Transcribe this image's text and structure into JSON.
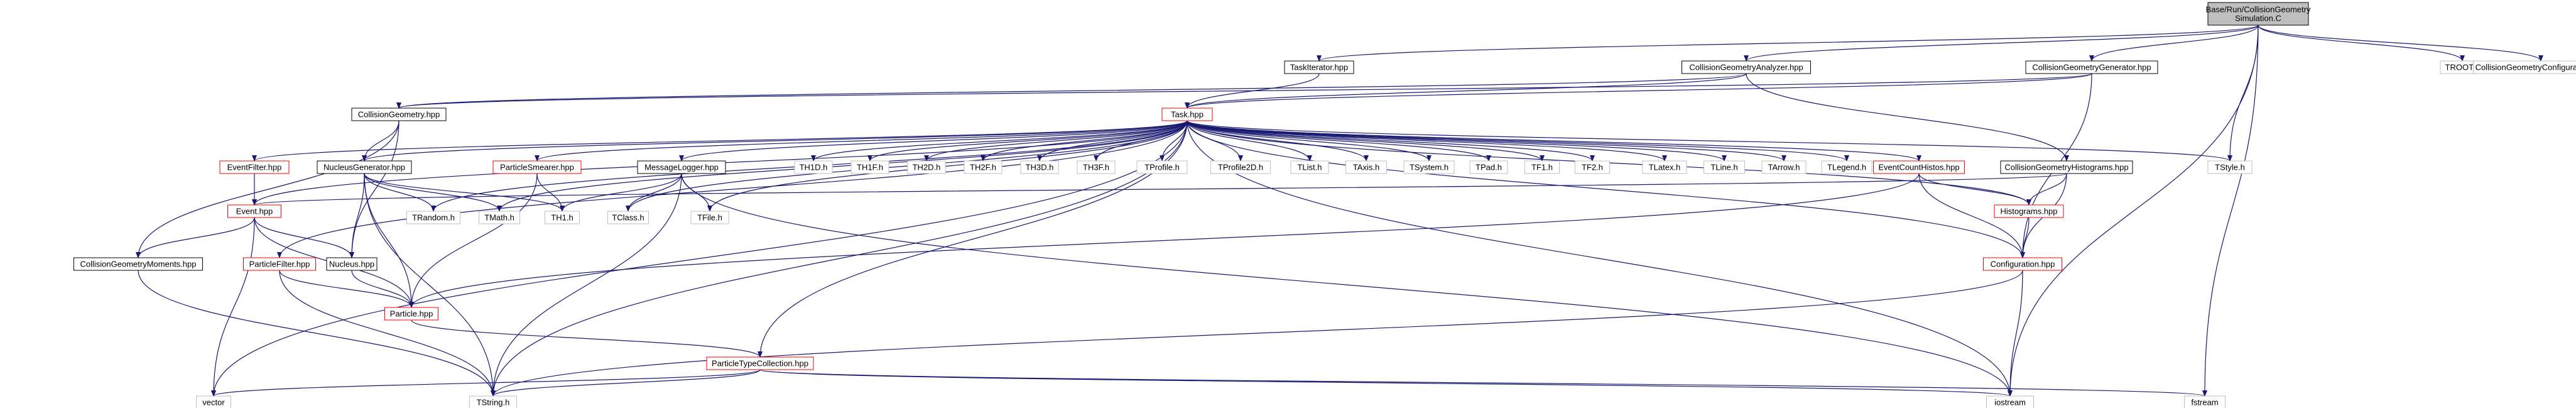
{
  "colors": {
    "root_fill": "#bfbfbf",
    "root_border": "#000000",
    "documented_border": "#000000",
    "truncated_border": "#ff0000",
    "external_border": "#bfbfbf",
    "external_text": "#000000",
    "edge": "#191970"
  },
  "nodes": [
    {
      "id": "root",
      "lines": [
        "Base/Run/CollisionGeometry",
        "Simulation.C"
      ],
      "kind": "root"
    },
    {
      "id": "taskiterator",
      "lines": [
        "TaskIterator.hpp"
      ],
      "kind": "documented"
    },
    {
      "id": "cganalyzer",
      "lines": [
        "CollisionGeometryAnalyzer.hpp"
      ],
      "kind": "documented"
    },
    {
      "id": "cggenerator",
      "lines": [
        "CollisionGeometryGenerator.hpp"
      ],
      "kind": "documented"
    },
    {
      "id": "troot",
      "lines": [
        "TROOT.h"
      ],
      "kind": "external"
    },
    {
      "id": "cgconfig",
      "lines": [
        "CollisionGeometryConfiguration.hpp"
      ],
      "kind": "external"
    },
    {
      "id": "collisiongeometry",
      "lines": [
        "CollisionGeometry.hpp"
      ],
      "kind": "documented"
    },
    {
      "id": "task",
      "lines": [
        "Task.hpp"
      ],
      "kind": "truncated"
    },
    {
      "id": "tstyle",
      "lines": [
        "TStyle.h"
      ],
      "kind": "external"
    },
    {
      "id": "eventfilter",
      "lines": [
        "EventFilter.hpp"
      ],
      "kind": "truncated"
    },
    {
      "id": "nucleusgen",
      "lines": [
        "NucleusGenerator.hpp"
      ],
      "kind": "documented"
    },
    {
      "id": "particlesmearer",
      "lines": [
        "ParticleSmearer.hpp"
      ],
      "kind": "truncated"
    },
    {
      "id": "messagelogger",
      "lines": [
        "MessageLogger.hpp"
      ],
      "kind": "documented"
    },
    {
      "id": "th1d",
      "lines": [
        "TH1D.h"
      ],
      "kind": "external"
    },
    {
      "id": "th1f",
      "lines": [
        "TH1F.h"
      ],
      "kind": "external"
    },
    {
      "id": "th2d",
      "lines": [
        "TH2D.h"
      ],
      "kind": "external"
    },
    {
      "id": "th2f",
      "lines": [
        "TH2F.h"
      ],
      "kind": "external"
    },
    {
      "id": "th3d",
      "lines": [
        "TH3D.h"
      ],
      "kind": "external"
    },
    {
      "id": "th3f",
      "lines": [
        "TH3F.h"
      ],
      "kind": "external"
    },
    {
      "id": "tprofile",
      "lines": [
        "TProfile.h"
      ],
      "kind": "external"
    },
    {
      "id": "tprofile2d",
      "lines": [
        "TProfile2D.h"
      ],
      "kind": "external"
    },
    {
      "id": "tlist",
      "lines": [
        "TList.h"
      ],
      "kind": "external"
    },
    {
      "id": "taxis",
      "lines": [
        "TAxis.h"
      ],
      "kind": "external"
    },
    {
      "id": "tsystem",
      "lines": [
        "TSystem.h"
      ],
      "kind": "external"
    },
    {
      "id": "tpad",
      "lines": [
        "TPad.h"
      ],
      "kind": "external"
    },
    {
      "id": "tf1",
      "lines": [
        "TF1.h"
      ],
      "kind": "external"
    },
    {
      "id": "tf2",
      "lines": [
        "TF2.h"
      ],
      "kind": "external"
    },
    {
      "id": "tlatex",
      "lines": [
        "TLatex.h"
      ],
      "kind": "external"
    },
    {
      "id": "tline",
      "lines": [
        "TLine.h"
      ],
      "kind": "external"
    },
    {
      "id": "tarrow",
      "lines": [
        "TArrow.h"
      ],
      "kind": "external"
    },
    {
      "id": "tlegend",
      "lines": [
        "TLegend.h"
      ],
      "kind": "external"
    },
    {
      "id": "eventcounthistos",
      "lines": [
        "EventCountHistos.hpp"
      ],
      "kind": "truncated"
    },
    {
      "id": "cghistograms",
      "lines": [
        "CollisionGeometryHistograms.hpp"
      ],
      "kind": "documented"
    },
    {
      "id": "event",
      "lines": [
        "Event.hpp"
      ],
      "kind": "truncated"
    },
    {
      "id": "trandom",
      "lines": [
        "TRandom.h"
      ],
      "kind": "external"
    },
    {
      "id": "tmath",
      "lines": [
        "TMath.h"
      ],
      "kind": "external"
    },
    {
      "id": "th1",
      "lines": [
        "TH1.h"
      ],
      "kind": "external"
    },
    {
      "id": "tclass",
      "lines": [
        "TClass.h"
      ],
      "kind": "external"
    },
    {
      "id": "tfile",
      "lines": [
        "TFile.h"
      ],
      "kind": "external"
    },
    {
      "id": "histograms",
      "lines": [
        "Histograms.hpp"
      ],
      "kind": "truncated"
    },
    {
      "id": "cgmoments",
      "lines": [
        "CollisionGeometryMoments.hpp"
      ],
      "kind": "documented"
    },
    {
      "id": "particlefilter",
      "lines": [
        "ParticleFilter.hpp"
      ],
      "kind": "truncated"
    },
    {
      "id": "nucleus",
      "lines": [
        "Nucleus.hpp"
      ],
      "kind": "documented"
    },
    {
      "id": "configuration",
      "lines": [
        "Configuration.hpp"
      ],
      "kind": "truncated"
    },
    {
      "id": "particle",
      "lines": [
        "Particle.hpp"
      ],
      "kind": "truncated"
    },
    {
      "id": "ptcollection",
      "lines": [
        "ParticleTypeCollection.hpp"
      ],
      "kind": "truncated"
    },
    {
      "id": "vector",
      "lines": [
        "vector"
      ],
      "kind": "external"
    },
    {
      "id": "tstring",
      "lines": [
        "TString.h"
      ],
      "kind": "external"
    },
    {
      "id": "iostream",
      "lines": [
        "iostream"
      ],
      "kind": "external"
    },
    {
      "id": "fstream",
      "lines": [
        "fstream"
      ],
      "kind": "external"
    }
  ],
  "edges": [
    [
      "root",
      "taskiterator"
    ],
    [
      "root",
      "cganalyzer"
    ],
    [
      "root",
      "cggenerator"
    ],
    [
      "root",
      "troot"
    ],
    [
      "root",
      "cgconfig"
    ],
    [
      "root",
      "tstyle"
    ],
    [
      "root",
      "iostream"
    ],
    [
      "root",
      "fstream"
    ],
    [
      "taskiterator",
      "task"
    ],
    [
      "cganalyzer",
      "collisiongeometry"
    ],
    [
      "cganalyzer",
      "task"
    ],
    [
      "cganalyzer",
      "cghistograms"
    ],
    [
      "cggenerator",
      "collisiongeometry"
    ],
    [
      "cggenerator",
      "task"
    ],
    [
      "cggenerator",
      "configuration"
    ],
    [
      "collisiongeometry",
      "nucleusgen"
    ],
    [
      "collisiongeometry",
      "cgmoments"
    ],
    [
      "collisiongeometry",
      "nucleus"
    ],
    [
      "task",
      "tstyle"
    ],
    [
      "task",
      "eventfilter"
    ],
    [
      "task",
      "nucleusgen"
    ],
    [
      "task",
      "particlesmearer"
    ],
    [
      "task",
      "messagelogger"
    ],
    [
      "task",
      "th1d"
    ],
    [
      "task",
      "th1f"
    ],
    [
      "task",
      "th2d"
    ],
    [
      "task",
      "th2f"
    ],
    [
      "task",
      "th3d"
    ],
    [
      "task",
      "th3f"
    ],
    [
      "task",
      "tprofile"
    ],
    [
      "task",
      "tprofile2d"
    ],
    [
      "task",
      "tlist"
    ],
    [
      "task",
      "taxis"
    ],
    [
      "task",
      "tsystem"
    ],
    [
      "task",
      "tpad"
    ],
    [
      "task",
      "tf1"
    ],
    [
      "task",
      "tf2"
    ],
    [
      "task",
      "tlatex"
    ],
    [
      "task",
      "tline"
    ],
    [
      "task",
      "tarrow"
    ],
    [
      "task",
      "tlegend"
    ],
    [
      "task",
      "eventcounthistos"
    ],
    [
      "task",
      "event"
    ],
    [
      "task",
      "trandom"
    ],
    [
      "task",
      "tmath"
    ],
    [
      "task",
      "tclass"
    ],
    [
      "task",
      "tfile"
    ],
    [
      "task",
      "histograms"
    ],
    [
      "task",
      "configuration"
    ],
    [
      "task",
      "ptcollection"
    ],
    [
      "task",
      "vector"
    ],
    [
      "task",
      "tstring"
    ],
    [
      "task",
      "iostream"
    ],
    [
      "task",
      "particlefilter"
    ],
    [
      "eventfilter",
      "event"
    ],
    [
      "nucleusgen",
      "trandom"
    ],
    [
      "nucleusgen",
      "tmath"
    ],
    [
      "nucleusgen",
      "th1"
    ],
    [
      "nucleusgen",
      "nucleus"
    ],
    [
      "nucleusgen",
      "particle"
    ],
    [
      "nucleusgen",
      "tstring"
    ],
    [
      "particlesmearer",
      "th1"
    ],
    [
      "particlesmearer",
      "particle"
    ],
    [
      "messagelogger",
      "th1"
    ],
    [
      "messagelogger",
      "tclass"
    ],
    [
      "messagelogger",
      "tfile"
    ],
    [
      "messagelogger",
      "tstring"
    ],
    [
      "messagelogger",
      "iostream"
    ],
    [
      "eventcounthistos",
      "histograms"
    ],
    [
      "eventcounthistos",
      "configuration"
    ],
    [
      "eventcounthistos",
      "particle"
    ],
    [
      "cghistograms",
      "histograms"
    ],
    [
      "cghistograms",
      "configuration"
    ],
    [
      "cghistograms",
      "event"
    ],
    [
      "event",
      "cgmoments"
    ],
    [
      "event",
      "nucleus"
    ],
    [
      "event",
      "particle"
    ],
    [
      "event",
      "vector"
    ],
    [
      "histograms",
      "configuration"
    ],
    [
      "configuration",
      "iostream"
    ],
    [
      "configuration",
      "tstring"
    ],
    [
      "cgmoments",
      "tstring"
    ],
    [
      "particlefilter",
      "particle"
    ],
    [
      "particlefilter",
      "tstring"
    ],
    [
      "nucleus",
      "particle"
    ],
    [
      "particle",
      "ptcollection"
    ],
    [
      "ptcollection",
      "vector"
    ],
    [
      "ptcollection",
      "tstring"
    ],
    [
      "ptcollection",
      "iostream"
    ],
    [
      "ptcollection",
      "fstream"
    ]
  ]
}
